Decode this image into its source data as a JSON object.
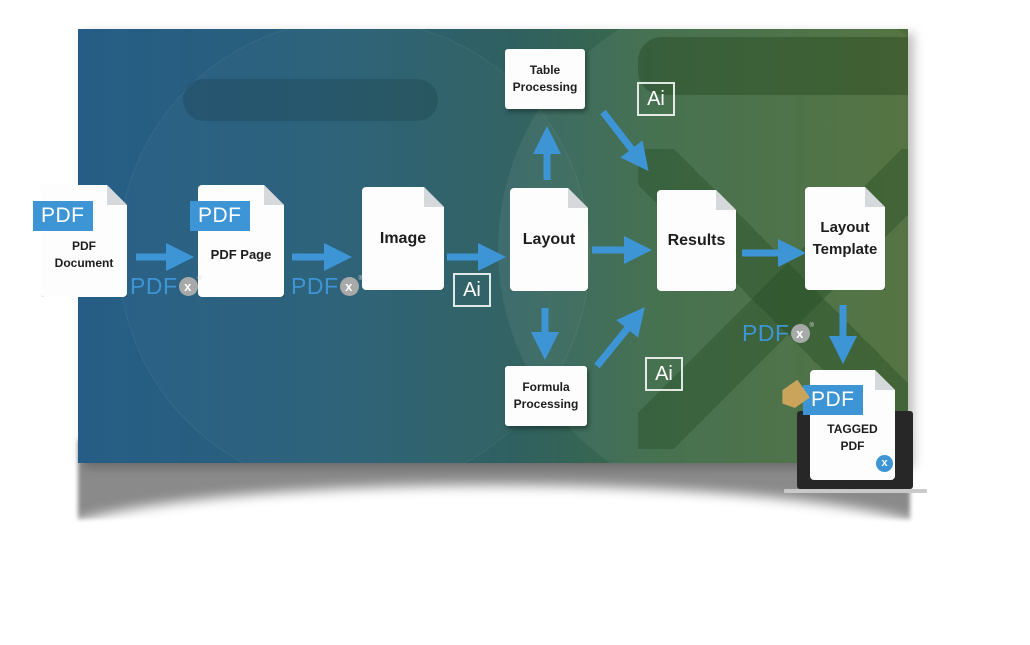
{
  "diagram": {
    "title": "PDF to Tagged PDF processing workflow",
    "nodes": {
      "pdf_document": {
        "tag": "PDF",
        "label_line1": "PDF",
        "label_line2": "Document"
      },
      "pdf_page": {
        "tag": "PDF",
        "label": "PDF Page"
      },
      "image": {
        "label": "Image"
      },
      "layout": {
        "label": "Layout"
      },
      "table_processing": {
        "label_line1": "Table",
        "label_line2": "Processing"
      },
      "formula_processing": {
        "label_line1": "Formula",
        "label_line2": "Processing"
      },
      "results": {
        "label": "Results"
      },
      "layout_template": {
        "label_line1": "Layout",
        "label_line2": "Template"
      },
      "tagged_pdf": {
        "tag": "PDF",
        "label_line1": "TAGGED",
        "label_line2": "PDF"
      }
    },
    "brand": {
      "text": "PDF",
      "mark": "x",
      "reg": "®"
    },
    "ai_badge": "Ai",
    "colors": {
      "arrow": "#3d95d6",
      "pdf_tag": "#3d95d6",
      "panel_left": "#255d86",
      "panel_right": "#4c6c38"
    },
    "edges": [
      [
        "pdf_document",
        "pdf_page"
      ],
      [
        "pdf_page",
        "image"
      ],
      [
        "image",
        "layout"
      ],
      [
        "layout",
        "table_processing"
      ],
      [
        "layout",
        "formula_processing"
      ],
      [
        "layout",
        "results"
      ],
      [
        "table_processing",
        "results"
      ],
      [
        "formula_processing",
        "results"
      ],
      [
        "results",
        "layout_template"
      ],
      [
        "layout_template",
        "tagged_pdf"
      ]
    ]
  }
}
